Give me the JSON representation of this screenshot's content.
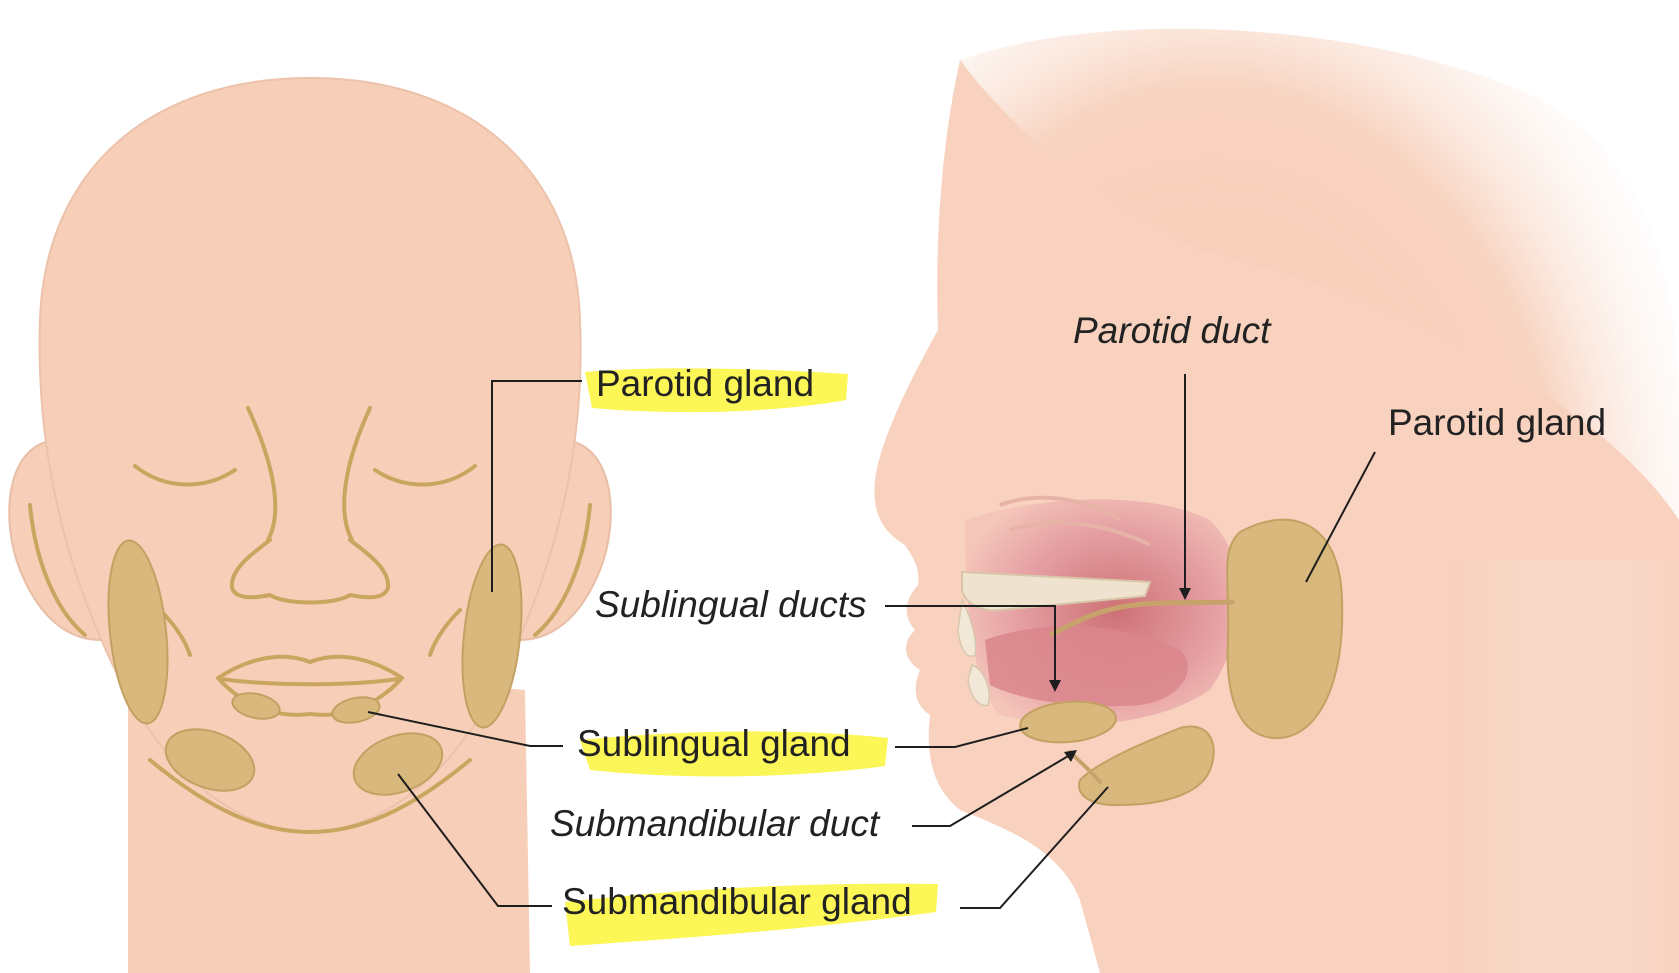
{
  "colors": {
    "skin": "#f7cfb8",
    "skin_outline": "#e3b79d",
    "gland": "#d8b87c",
    "feature_lines": "#c9a560",
    "highlight": "#fbf53a",
    "mouth_inner": "#dc8f93",
    "label_text": "#222222",
    "leader_lines": "#1e1e1e"
  },
  "highlighted_labels": [
    "front_parotid_gland",
    "front_sublingual_gland",
    "front_submandibular_gland"
  ],
  "labels": {
    "front_parotid_gland": "Parotid gland",
    "front_sublingual_gland": "Sublingual gland",
    "front_submandibular_gland": "Submandibular gland",
    "side_parotid_duct": "Parotid duct",
    "side_parotid_gland": "Parotid gland",
    "side_sublingual_ducts": "Sublingual ducts",
    "side_submandibular_duct": "Submandibular duct"
  }
}
